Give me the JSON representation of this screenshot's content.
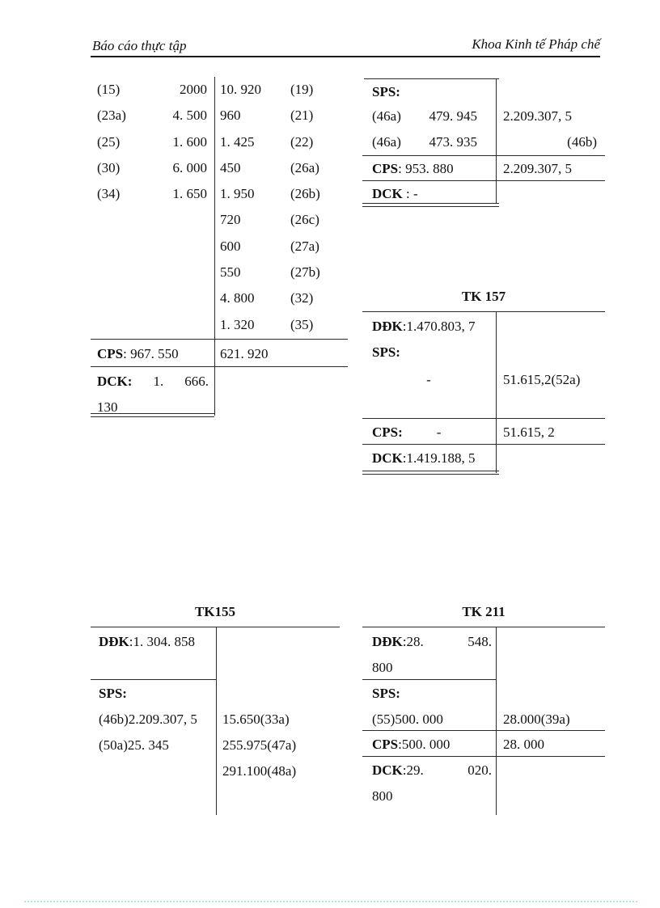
{
  "page": {
    "background": "#ffffff",
    "dotted_rule_color": "#b0f2bb"
  },
  "header": {
    "left": "Báo cáo thực tập",
    "right": "Khoa Kinh tế Pháp chế"
  },
  "tkA": {
    "debit": [
      [
        "(15)",
        "2000"
      ],
      [
        "(23a)",
        "4. 500"
      ],
      [
        "(25)",
        "1. 600"
      ],
      [
        "(30)",
        "6. 000"
      ],
      [
        "(34)",
        "1. 650"
      ]
    ],
    "credit": [
      [
        "10. 920",
        "(19)"
      ],
      [
        "960",
        "(21)"
      ],
      [
        "1. 425",
        "(22)"
      ],
      [
        "450",
        "(26a)"
      ],
      [
        "1. 950",
        "(26b)"
      ],
      [
        "720",
        "(26c)"
      ],
      [
        "600",
        "(27a)"
      ],
      [
        "550",
        "(27b)"
      ],
      [
        "4. 800",
        "(32)"
      ],
      [
        "1. 320",
        "(35)"
      ]
    ],
    "cps": {
      "label": "CPS",
      "debit": ": 967. 550",
      "credit": "621. 920"
    },
    "dck": {
      "label": "DCK:",
      "part1": "1.",
      "part2": "666.",
      "line2": "130"
    }
  },
  "tkB": {
    "sps_label": "SPS:",
    "rows": [
      {
        "label": "(46a)",
        "debit": "479. 945"
      },
      {
        "label": "(46a)",
        "debit": "473. 935"
      }
    ],
    "credit1": "2.209.307, 5",
    "credit2": "(46b)",
    "cps": {
      "label": "CPS",
      "debit": ": 953. 880",
      "credit": "2.209.307, 5"
    },
    "dck": {
      "label": "DCK",
      "value": " : -"
    }
  },
  "tk157": {
    "title": "TK 157",
    "ddk": {
      "label": "DĐK",
      "value": ":1.470.803, 7"
    },
    "sps_label": "SPS:",
    "sps_debit": "-",
    "sps_credit": "51.615,2(52a)",
    "cps": {
      "label": "CPS:",
      "debit": "-",
      "credit": "51.615, 2"
    },
    "dck": {
      "label": "DCK",
      "value": ":1.419.188, 5"
    }
  },
  "tk155": {
    "title": "TK155",
    "ddk": {
      "label": "DĐK",
      "value": ":1. 304. 858"
    },
    "sps_label": "SPS:",
    "debit": [
      "(46b)2.209.307, 5",
      "(50a)25. 345"
    ],
    "credit": [
      "15.650(33a)",
      "255.975(47a)",
      "291.100(48a)"
    ]
  },
  "tk211": {
    "title": "TK 211",
    "ddk": {
      "label": "DĐK",
      "part1": ":28.",
      "part2": "548.",
      "line2": "800"
    },
    "sps_label": "SPS:",
    "sps_debit": "(55)500. 000",
    "sps_credit": "28.000(39a)",
    "cps": {
      "label": "CPS",
      "debit": ":500. 000",
      "credit": "28. 000"
    },
    "dck": {
      "label": "DCK",
      "part1": ":29.",
      "part2": "020.",
      "line2": "800"
    }
  }
}
